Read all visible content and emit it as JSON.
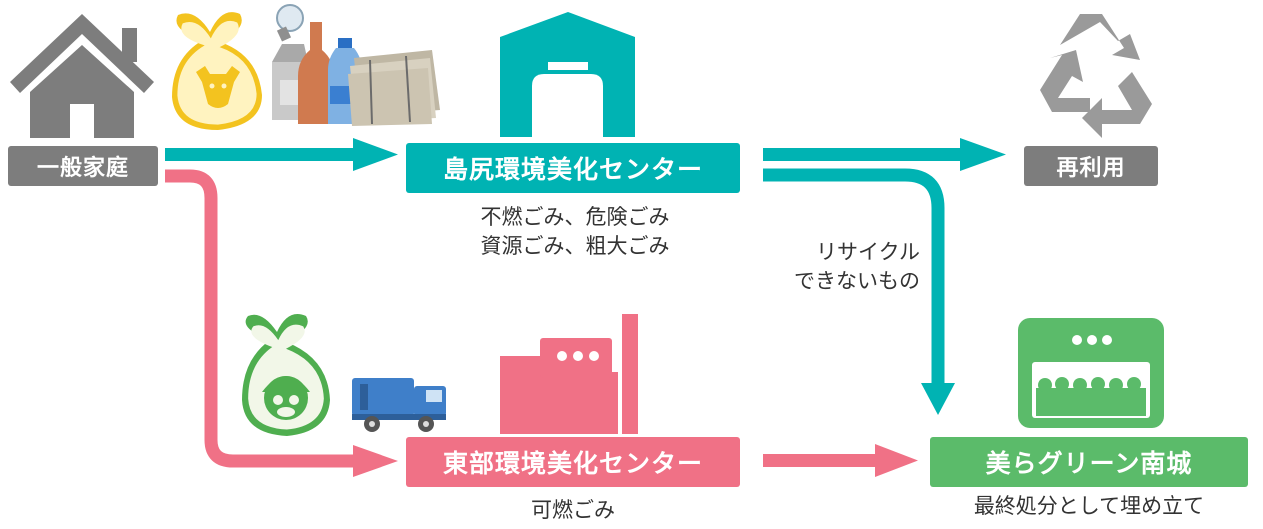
{
  "nodes": {
    "household": "一般家庭",
    "shimajiri_center": "島尻環境美化センター",
    "tobu_center": "東部環境美化センター",
    "recycle": "再利用",
    "landfill": "美らグリーン南城"
  },
  "notes": {
    "shimajiri_line1": "不燃ごみ、危険ごみ",
    "shimajiri_line2": "資源ごみ、粗大ごみ",
    "non_recyclable_line1": "リサイクル",
    "non_recyclable_line2": "できないもの",
    "burnable": "可燃ごみ",
    "landfill_desc": "最終処分として埋め立て"
  },
  "colors": {
    "teal": "#00b3b3",
    "pink": "#f07186",
    "green": "#5bbb6a",
    "gray": "#7d7d7d"
  },
  "icons": [
    "house-icon",
    "yellow-garbage-bag-icon",
    "lightbulb-icon",
    "bottle-icon",
    "newspaper-bundle-icon",
    "warehouse-icon",
    "recycle-icon",
    "green-garbage-bag-icon",
    "garbage-truck-icon",
    "factory-icon",
    "landfill-icon"
  ]
}
